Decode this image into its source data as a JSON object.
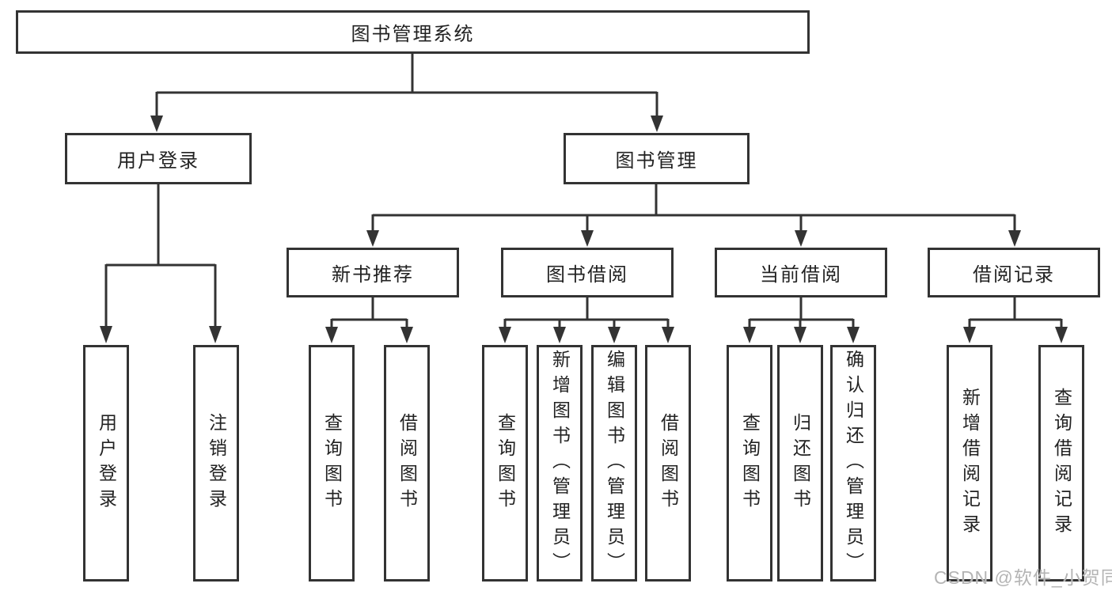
{
  "diagram": {
    "title": "图书管理系统",
    "root": {
      "label": "图书管理系统"
    },
    "level2": [
      {
        "label": "用户登录"
      },
      {
        "label": "图书管理"
      }
    ],
    "level3": [
      {
        "label": "新书推荐"
      },
      {
        "label": "图书借阅"
      },
      {
        "label": "当前借阅"
      },
      {
        "label": "借阅记录"
      }
    ],
    "leaves": {
      "user_login": [
        "用户登录",
        "注销登录"
      ],
      "new_book_recommend": [
        "查询图书",
        "借阅图书"
      ],
      "book_borrow": [
        "查询图书",
        "新增图书（管理员）",
        "编辑图书（管理员）",
        "借阅图书"
      ],
      "current_borrow": [
        "查询图书",
        "归还图书",
        "确认归还（管理员）"
      ],
      "borrow_record": [
        "新增借阅记录",
        "查询借阅记录"
      ]
    }
  },
  "watermark": "CSDN @软件_小贺同学",
  "colors": {
    "line": "#333333",
    "text": "#222222",
    "background": "#ffffff",
    "watermark": "#b4b4b4"
  }
}
